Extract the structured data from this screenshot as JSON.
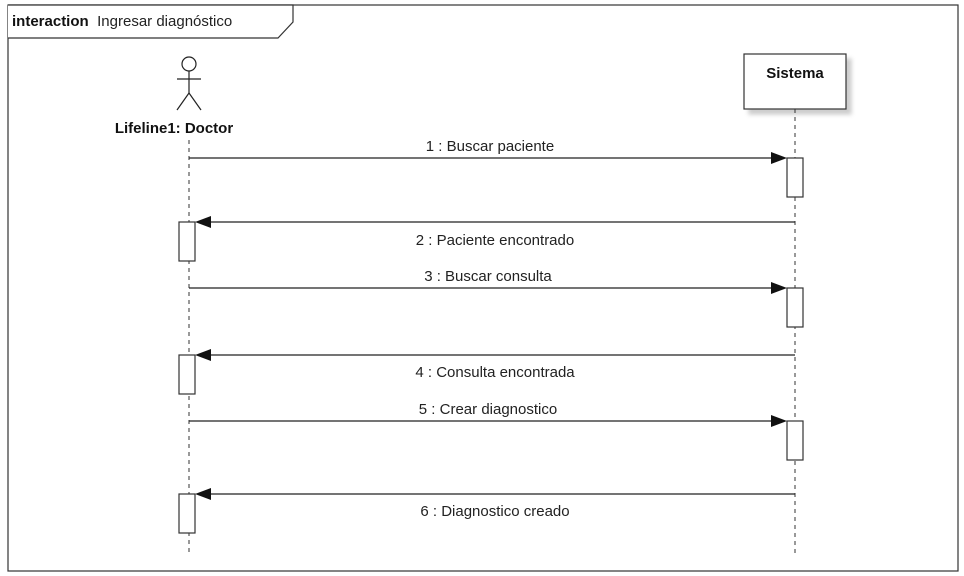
{
  "frame": {
    "keyword": "interaction",
    "name": "Ingresar diagnóstico"
  },
  "lifelines": {
    "actor": {
      "label": "Lifeline1: Doctor"
    },
    "system": {
      "label": "Sistema"
    }
  },
  "messages": [
    {
      "label": "1 : Buscar paciente",
      "direction": "to-system"
    },
    {
      "label": "2 : Paciente encontrado",
      "direction": "to-actor"
    },
    {
      "label": "3 : Buscar consulta",
      "direction": "to-system"
    },
    {
      "label": "4 : Consulta encontrada",
      "direction": "to-actor"
    },
    {
      "label": "5 : Crear diagnostico",
      "direction": "to-system"
    },
    {
      "label": "6 : Diagnostico creado",
      "direction": "to-actor"
    }
  ]
}
